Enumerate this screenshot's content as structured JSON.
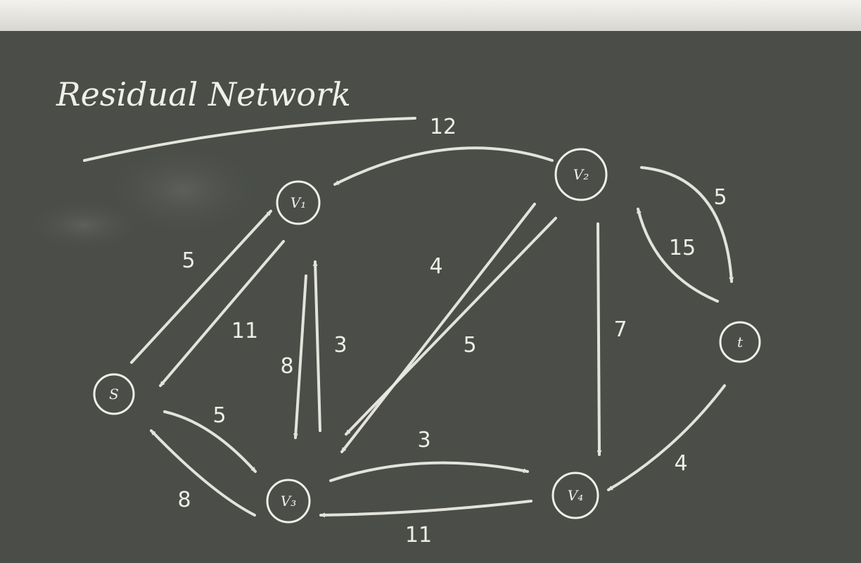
{
  "title": "Residual Network",
  "nodes": [
    {
      "id": "s",
      "label": "S"
    },
    {
      "id": "v1",
      "label": "V₁"
    },
    {
      "id": "v2",
      "label": "V₂"
    },
    {
      "id": "v3",
      "label": "V₃"
    },
    {
      "id": "v4",
      "label": "V₄"
    },
    {
      "id": "t",
      "label": "t"
    }
  ],
  "edges": [
    {
      "from": "v2",
      "to": "v1",
      "label": "12"
    },
    {
      "from": "s",
      "to": "v1",
      "label": "5"
    },
    {
      "from": "v1",
      "to": "s",
      "label": "11"
    },
    {
      "from": "v1",
      "to": "v3",
      "label": "8"
    },
    {
      "from": "v3",
      "to": "v1",
      "label": "3"
    },
    {
      "from": "v2",
      "to": "v3",
      "label": "4"
    },
    {
      "from": "v2",
      "to": "v3",
      "label": "5"
    },
    {
      "from": "v2",
      "to": "v4",
      "label": "7"
    },
    {
      "from": "v2",
      "to": "t",
      "label": "5"
    },
    {
      "from": "t",
      "to": "v2",
      "label": "15"
    },
    {
      "from": "v3",
      "to": "s",
      "label": "8"
    },
    {
      "from": "s",
      "to": "v3",
      "label": "5"
    },
    {
      "from": "v3",
      "to": "v4",
      "label": "3"
    },
    {
      "from": "v4",
      "to": "v3",
      "label": "11"
    },
    {
      "from": "t",
      "to": "v4",
      "label": "4"
    }
  ]
}
